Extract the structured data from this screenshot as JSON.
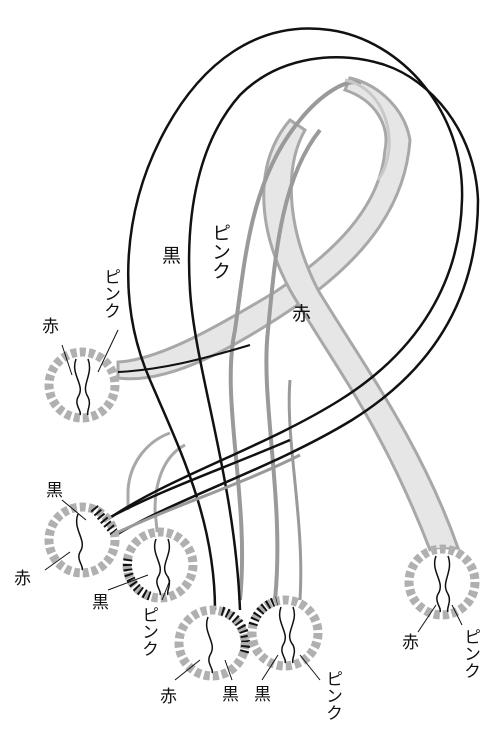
{
  "labels": {
    "band_black": "黒",
    "band_pink": "ピンク",
    "band_red": "赤",
    "c1_red": "赤",
    "c1_pink": "ピンク",
    "c2_black": "黒",
    "c2_red": "赤",
    "c3_black": "黒",
    "c3_pink": "ピンク",
    "c4_red": "赤",
    "c4_black": "黒",
    "c5_black": "黒",
    "c5_pink": "ピンク",
    "c6_red": "赤",
    "c6_pink": "ピンク"
  },
  "colors": {
    "black_band": "#111111",
    "pink_band": "#9a9a9a",
    "red_band_fill": "#e6e6e6",
    "red_band_edge": "#a8a8a8",
    "light_edge": "#c8c8c8"
  },
  "connectors": [
    {
      "name": "connector-left-top",
      "wires": [
        "red",
        "pink"
      ]
    },
    {
      "name": "connector-left-mid",
      "wires": [
        "black",
        "red"
      ]
    },
    {
      "name": "connector-left-low",
      "wires": [
        "black",
        "pink"
      ]
    },
    {
      "name": "connector-bottom-left",
      "wires": [
        "red",
        "black"
      ]
    },
    {
      "name": "connector-bottom-mid",
      "wires": [
        "black",
        "pink"
      ]
    },
    {
      "name": "connector-right",
      "wires": [
        "red",
        "pink"
      ]
    }
  ]
}
